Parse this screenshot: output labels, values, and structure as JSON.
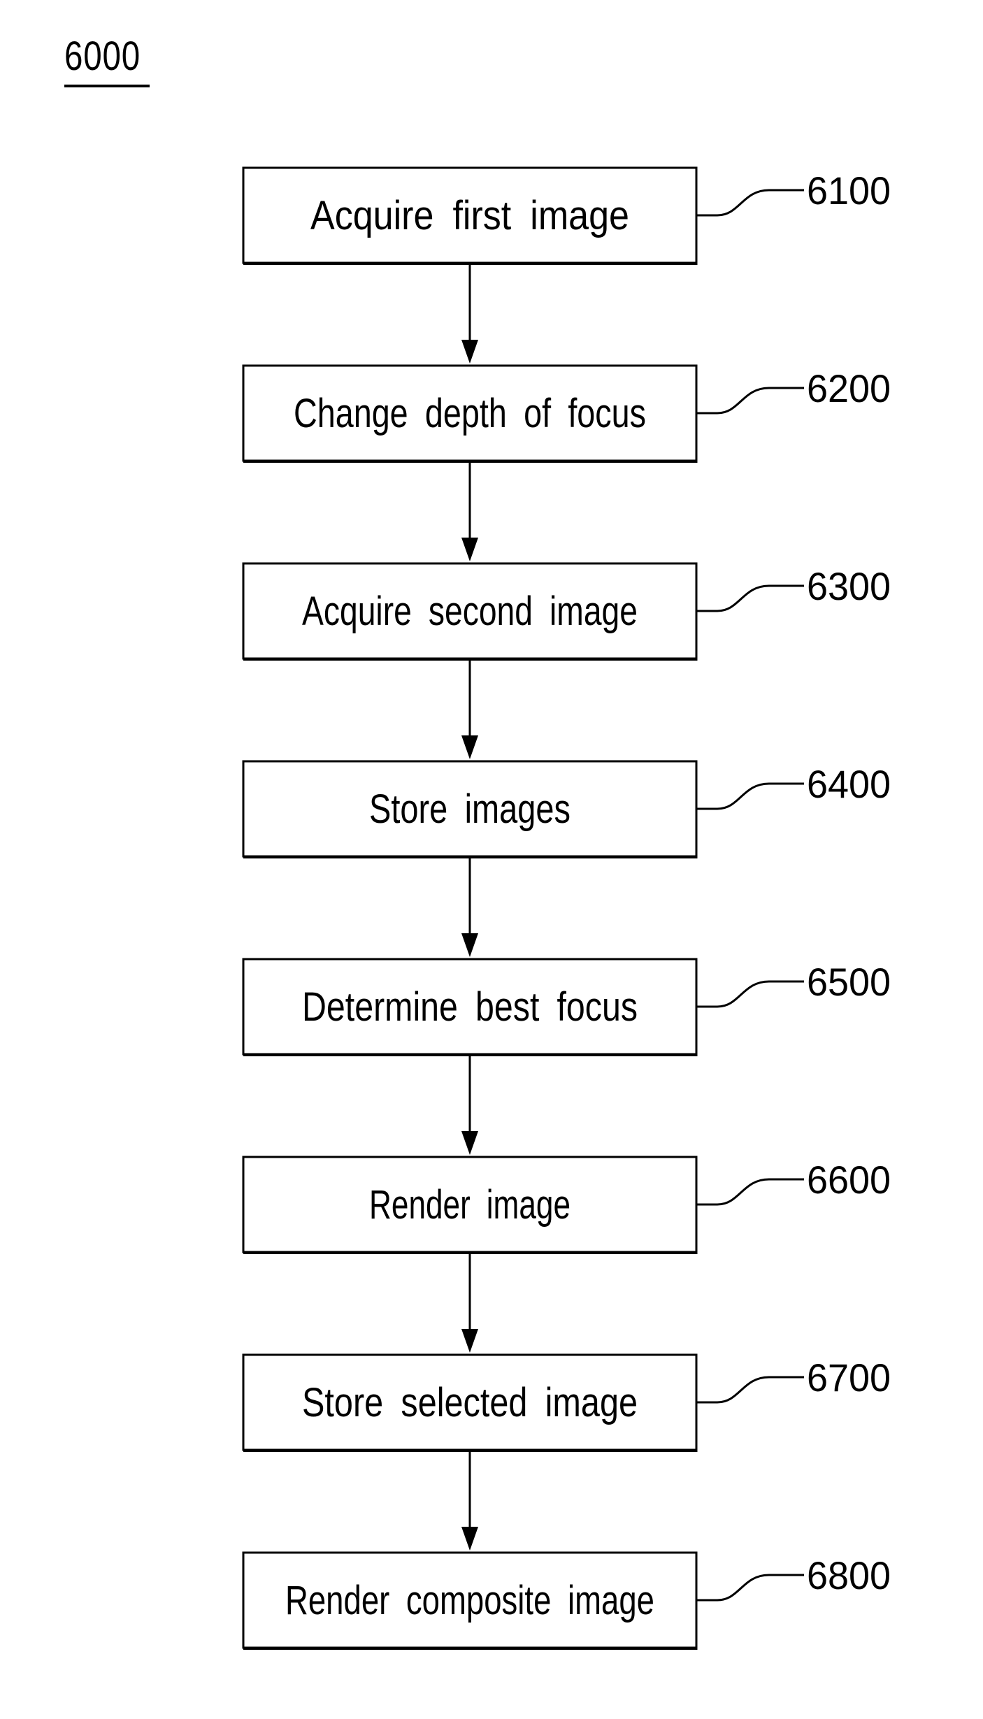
{
  "figure": {
    "number": "6000"
  },
  "steps": [
    {
      "ref": "6100",
      "label": "Acquire first image"
    },
    {
      "ref": "6200",
      "label": "Change depth of focus"
    },
    {
      "ref": "6300",
      "label": "Acquire second image"
    },
    {
      "ref": "6400",
      "label": "Store images"
    },
    {
      "ref": "6500",
      "label": "Determine best focus"
    },
    {
      "ref": "6600",
      "label": "Render image"
    },
    {
      "ref": "6700",
      "label": "Store selected image"
    },
    {
      "ref": "6800",
      "label": "Render composite image"
    }
  ],
  "colors": {
    "line": "#000000",
    "background": "#ffffff"
  }
}
